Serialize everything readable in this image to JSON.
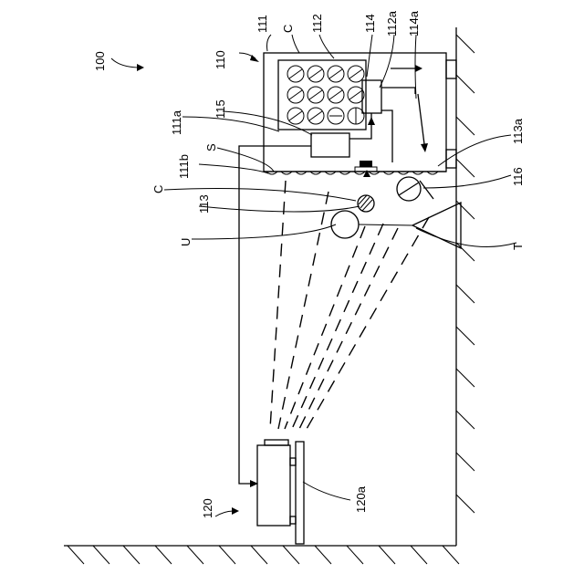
{
  "labels": {
    "system": "100",
    "unit_110": "110",
    "housing_111": "111",
    "c_top": "C",
    "unit_112": "112",
    "unit_114": "114",
    "unit_112a": "112a",
    "unit_114a": "114a",
    "unit_111a": "111a",
    "unit_115": "115",
    "s_label": "S",
    "unit_111b": "111b",
    "c_left": "C",
    "unit_113": "113",
    "u_label": "U",
    "unit_113a": "113a",
    "unit_116": "116",
    "t_label": "T",
    "unit_120": "120",
    "unit_120a": "120a"
  }
}
